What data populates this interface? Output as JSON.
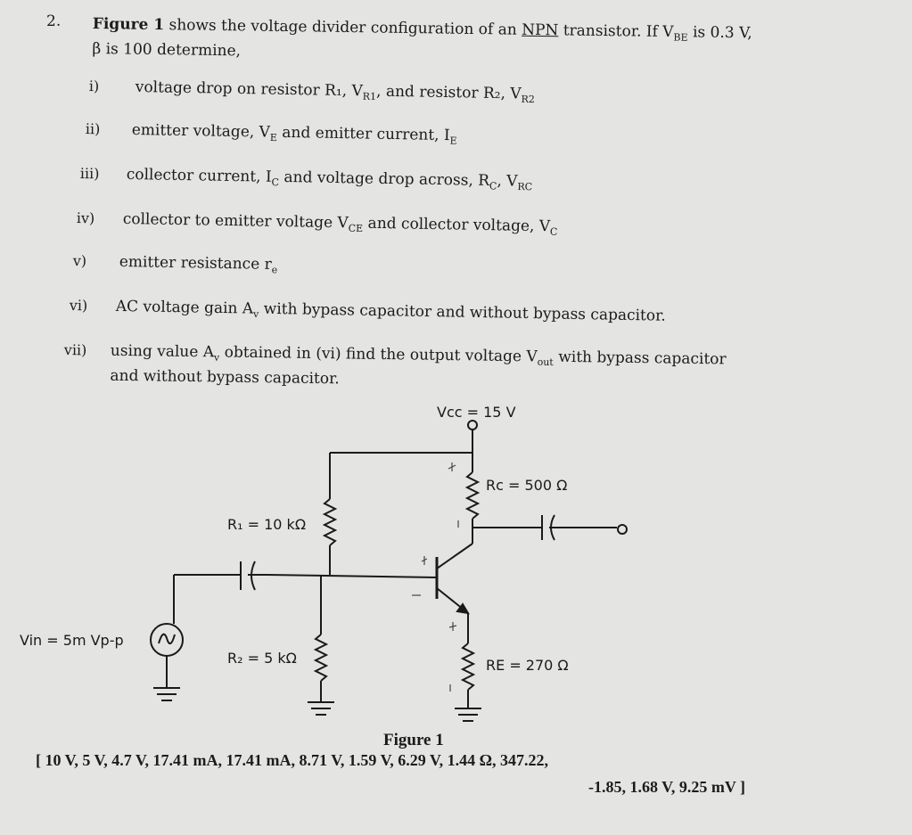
{
  "question": {
    "number": "2.",
    "stem_bold": "Figure 1",
    "stem_text_1": " shows the voltage divider configuration of an ",
    "stem_underlined": "NPN",
    "stem_text_2": " transistor. If V",
    "stem_vbe_sub": "BE",
    "stem_text_3": " is 0.3 V,",
    "stem_line2": "β is 100 determine,"
  },
  "items": [
    {
      "num": "i)",
      "text": "voltage drop on resistor R₁, V",
      "sub": "R1",
      "tail": ", and resistor R₂, V",
      "sub2": "R2",
      "tail2": ""
    },
    {
      "num": "ii)",
      "text": "emitter voltage, V",
      "sub": "E",
      "tail": " and emitter current, I",
      "sub2": "E",
      "tail2": ""
    },
    {
      "num": "iii)",
      "text": "collector current, I",
      "sub": "C",
      "tail": " and voltage drop across, R",
      "sub2": "C",
      "tail2": ", V",
      "sub3": "RC"
    },
    {
      "num": "iv)",
      "text": "collector to emitter voltage V",
      "sub": "CE",
      "tail": " and collector voltage, V",
      "sub2": "C",
      "tail2": ""
    },
    {
      "num": "v)",
      "text": "emitter resistance r",
      "sub": "e",
      "tail": "",
      "sub2": "",
      "tail2": ""
    },
    {
      "num": "vi)",
      "text": "AC voltage gain A",
      "sub": "v",
      "tail": " with bypass capacitor and without bypass capacitor.",
      "sub2": "",
      "tail2": ""
    },
    {
      "num": "vii)",
      "text": "using value A",
      "sub": "v",
      "tail": " obtained in (vi) find the output voltage V",
      "sub2": "out",
      "tail2": " with bypass capacitor",
      "line2": "and without bypass capacitor."
    }
  ],
  "circuit": {
    "vcc_label": "Vcc = 15 V",
    "rc_label": "Rc = 500 Ω",
    "r1_label": "R₁ = 10 kΩ",
    "r2_label": "R₂ = 5 kΩ",
    "re_label": "RE = 270 Ω",
    "vin_label": "Vin = 5m Vp-p",
    "figure_caption": "Figure 1"
  },
  "answers": {
    "line1": "[ 10 V, 5 V, 4.7 V, 17.41 mA, 17.41 mA, 8.71 V, 1.59 V, 6.29 V, 1.44 Ω, 347.22,",
    "line2": "-1.85, 1.68 V, 9.25 mV ]"
  }
}
